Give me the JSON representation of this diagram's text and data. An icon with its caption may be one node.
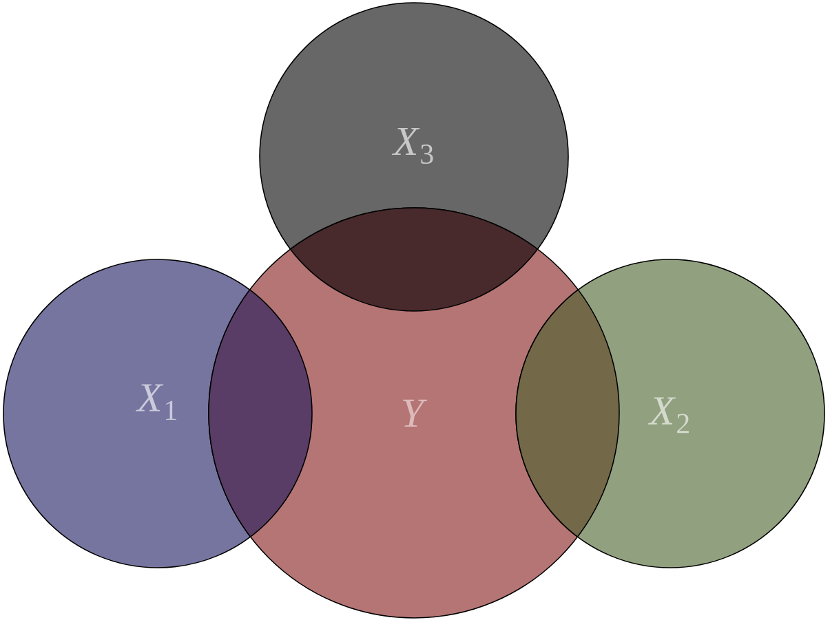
{
  "diagram": {
    "nodes": [
      {
        "text": [
          "*X*$_{3}$"
        ]
      },
      {
        "text": [
          "*X*$_{1}$"
        ]
      },
      {
        "text": [
          "*Y*"
        ]
      },
      {
        "text": [
          "*X*$_{2}$"
        ]
      }
    ]
  }
}
